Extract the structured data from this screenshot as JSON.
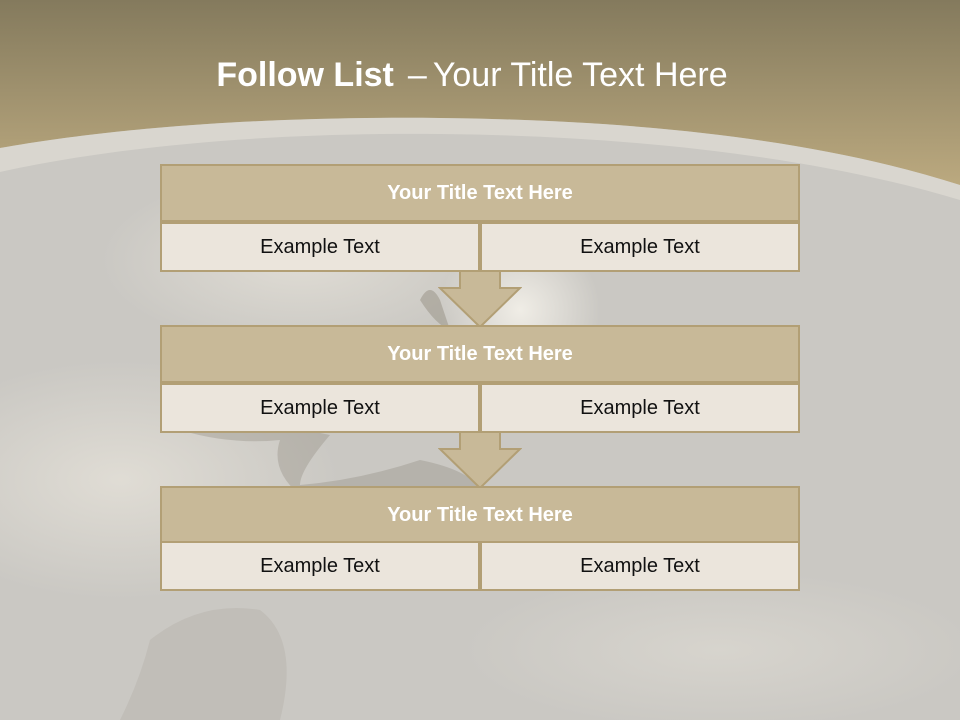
{
  "title": {
    "bold": "Follow List",
    "dash": "–",
    "rest": "Your Title Text Here"
  },
  "blocks": [
    {
      "header": "Your Title Text Here",
      "left": "Example Text",
      "right": "Example Text"
    },
    {
      "header": "Your Title Text Here",
      "left": "Example Text",
      "right": "Example Text"
    },
    {
      "header": "Your Title Text Here",
      "left": "Example Text",
      "right": "Example Text"
    }
  ],
  "colors": {
    "banner_top": "#857a5e",
    "banner_bottom": "#b9a77c",
    "header_fill": "#c8b998",
    "border": "#b29f75",
    "cell_fill": "#ebe5dc",
    "arrow_fill": "#c8b998",
    "background": "#c9c7c2"
  }
}
